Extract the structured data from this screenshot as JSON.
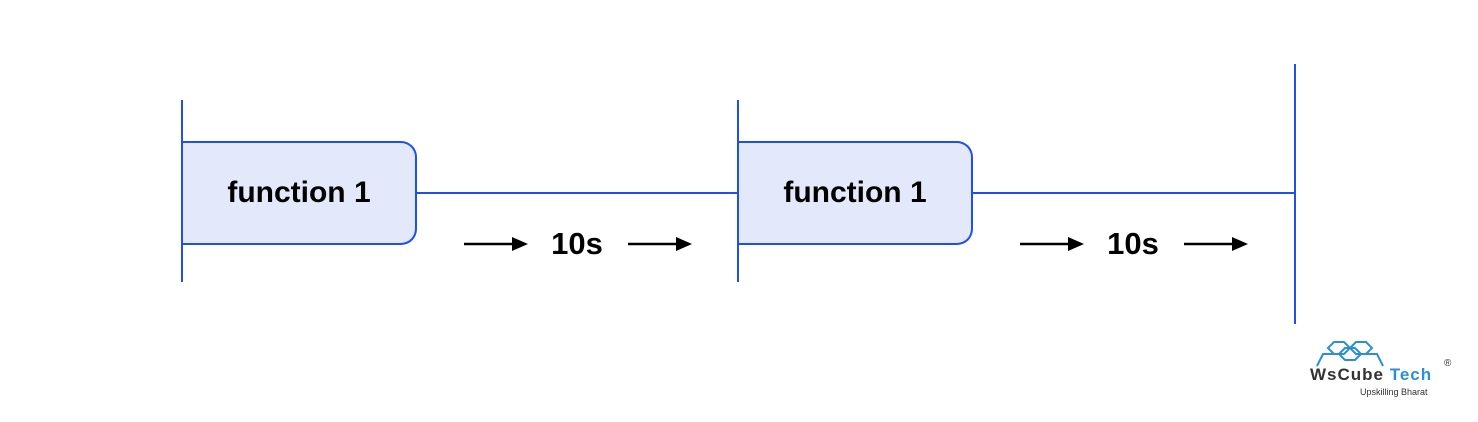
{
  "steps": [
    {
      "label": "function 1",
      "delay": "10s"
    },
    {
      "label": "function 1",
      "delay": "10s"
    }
  ],
  "logo": {
    "brand_part1": "WsCube",
    "brand_part2": "Tech",
    "registered": "®",
    "tagline": "Upskilling Bharat"
  },
  "colors": {
    "line": "#1f4ff0",
    "box_fill": "#e3e9fb",
    "logo_accent": "#2a8fd6"
  }
}
